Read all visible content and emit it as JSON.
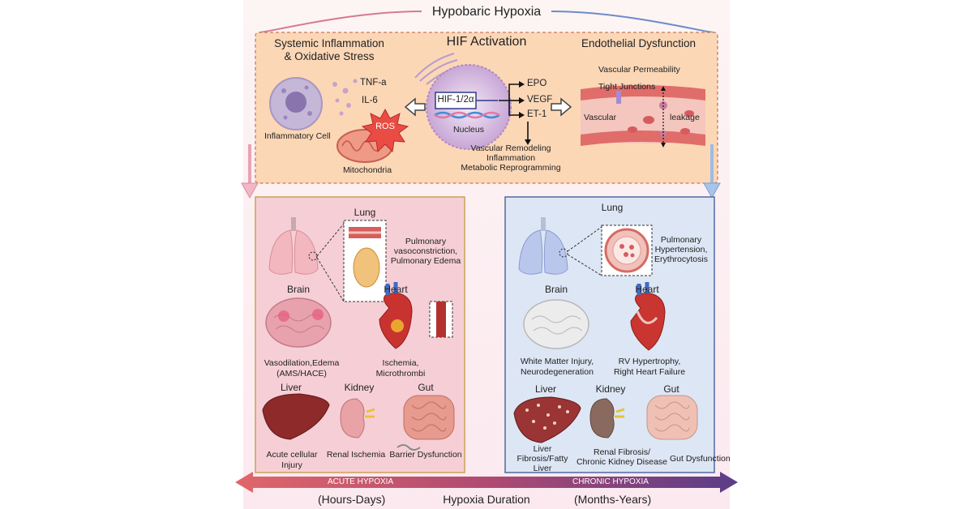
{
  "title": "Hypobaric Hypoxia",
  "top": {
    "hif_title": "HIF Activation",
    "left_title_1": "Systemic Inflammation",
    "left_title_2": "& Oxidative Stress",
    "right_title": "Endothelial Dysfunction",
    "tnf": "TNF-a",
    "il6": "IL-6",
    "inflam_cell": "Inflammatory Cell",
    "ros": "ROS",
    "mito": "Mitochondria",
    "hif_box": "HIF-1/2α",
    "nucleus": "Nucleus",
    "epo": "EPO",
    "vegf": "VEGF",
    "et1": "ET-1",
    "out1": "Vascular Remodeling",
    "out2": "Inflammation",
    "out3": "Metabolic Reprogramming",
    "vasc_perm": "Vascular Permeability",
    "tight": "Tight Junctions",
    "vascular": "Vascular",
    "leakage": "leakage"
  },
  "acute": {
    "lung_title": "Lung",
    "lung_desc_1": "Pulmonary",
    "lung_desc_2": "vasoconstriction,",
    "lung_desc_3": "Pulmonary Edema",
    "brain_title": "Brain",
    "brain_desc_1": "Vasodilation,Edema",
    "brain_desc_2": "(AMS/HACE)",
    "heart_title": "Heart",
    "heart_desc_1": "Ischemia,",
    "heart_desc_2": "Microthrombi",
    "liver_title": "Liver",
    "liver_desc_1": "Acute cellular",
    "liver_desc_2": "Injury",
    "kidney_title": "Kidney",
    "kidney_desc": "Renal Ischemia",
    "gut_title": "Gut",
    "gut_desc": "Barrier Dysfunction"
  },
  "chronic": {
    "lung_title": "Lung",
    "lung_desc_1": "Pulmonary",
    "lung_desc_2": "Hypertension,",
    "lung_desc_3": "Erythrocytosis",
    "brain_title": "Brain",
    "brain_desc_1": "White Matter Injury,",
    "brain_desc_2": "Neurodegeneration",
    "heart_title": "Heart",
    "heart_desc_1": "RV Hypertrophy,",
    "heart_desc_2": "Right Heart Failure",
    "liver_title": "Liver",
    "liver_desc_1": "Liver",
    "liver_desc_2": "Fibrosis/Fatty",
    "liver_desc_3": "Liver",
    "kidney_title": "Kidney",
    "kidney_desc_1": "Renal Fibrosis/",
    "kidney_desc_2": "Chronic Kidney Disease",
    "gut_title": "Gut",
    "gut_desc": "Gut Dysfunction"
  },
  "bottom": {
    "acute_label": "ACUTE HYPOXIA",
    "chronic_label": "CHRONIC HYPOXIA",
    "hours": "(Hours-Days)",
    "months": "(Months-Years)",
    "duration": "Hypoxia Duration"
  },
  "colors": {
    "top_fill": "#fbd7b6",
    "top_border": "#c9785a",
    "acute_fill": "#f6cfd6",
    "acute_border": "#c9a255",
    "chronic_fill": "#dde6f4",
    "chronic_border": "#4e6aa3",
    "arrow_red": "#d75b5e",
    "arrow_purple": "#5b3f86"
  }
}
